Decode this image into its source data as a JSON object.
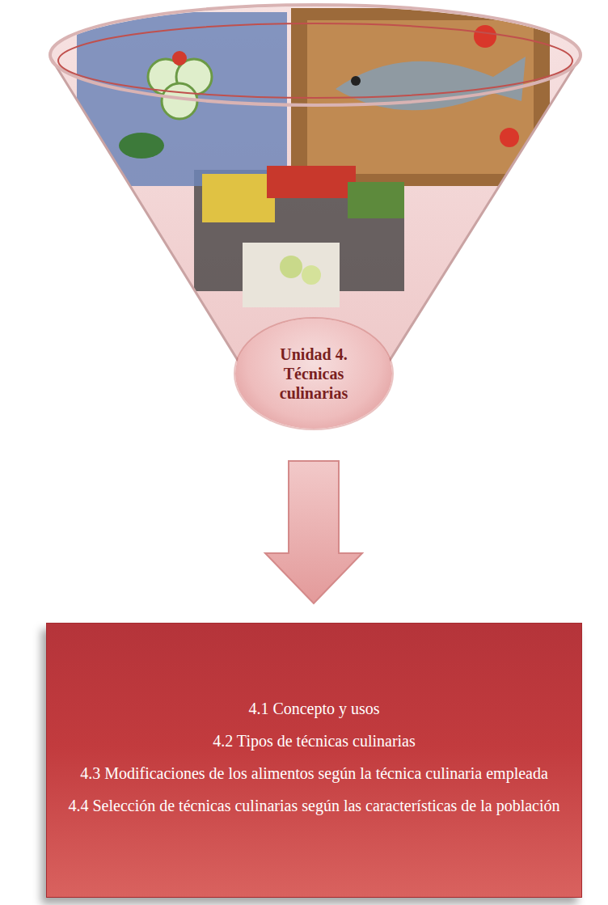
{
  "diagram": {
    "nodes": [
      {
        "text": [
          "Unidad 4. Técnicas culinarias"
        ]
      },
      {
        "text": [
          "4.1 Concepto y usos",
          "4.2 Tipos de técnicas culinarias",
          "4.3 Modificaciones de los alimentos según la técnica culinaria empleada",
          "4.4 Selección de técnicas culinarias según las características de la población"
        ]
      }
    ],
    "edges": [
      {
        "from": 0,
        "to": 1,
        "arrow": "to"
      }
    ]
  }
}
